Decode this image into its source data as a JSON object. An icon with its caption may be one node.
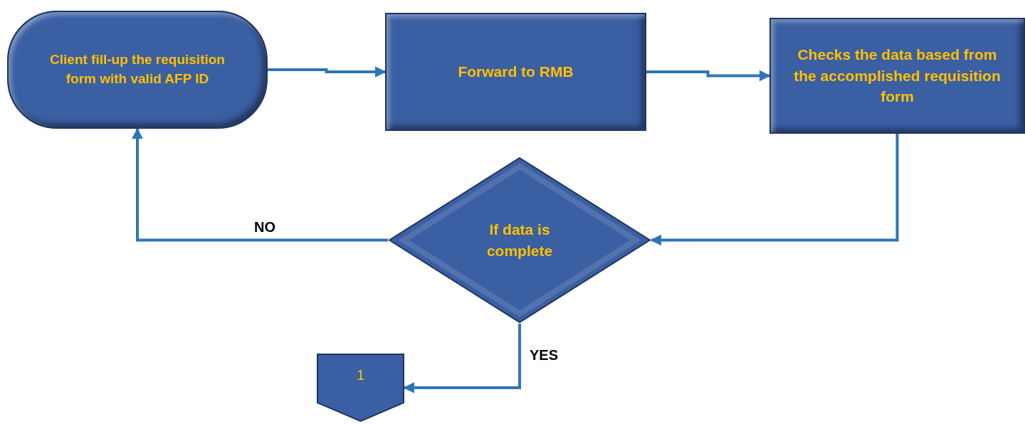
{
  "diagram": {
    "nodes": [
      {
        "text": [
          "Client fill-up the requisition form with valid AFP ID"
        ]
      },
      {
        "text": [
          "Forward to RMB"
        ]
      },
      {
        "text": [
          "Checks the data based from the accomplished requisition form"
        ]
      },
      {
        "text": [
          "If data is complete"
        ]
      },
      {
        "text": [
          "1"
        ]
      }
    ],
    "edges": [
      {
        "from": 0,
        "to": 1,
        "arrow": "to"
      },
      {
        "from": 1,
        "to": 2,
        "arrow": "to"
      },
      {
        "from": 2,
        "to": 3,
        "arrow": "to"
      },
      {
        "from": 3,
        "to": 0,
        "arrow": "to",
        "label": "NO"
      },
      {
        "from": 3,
        "to": 4,
        "arrow": "to",
        "label": "YES"
      }
    ]
  }
}
